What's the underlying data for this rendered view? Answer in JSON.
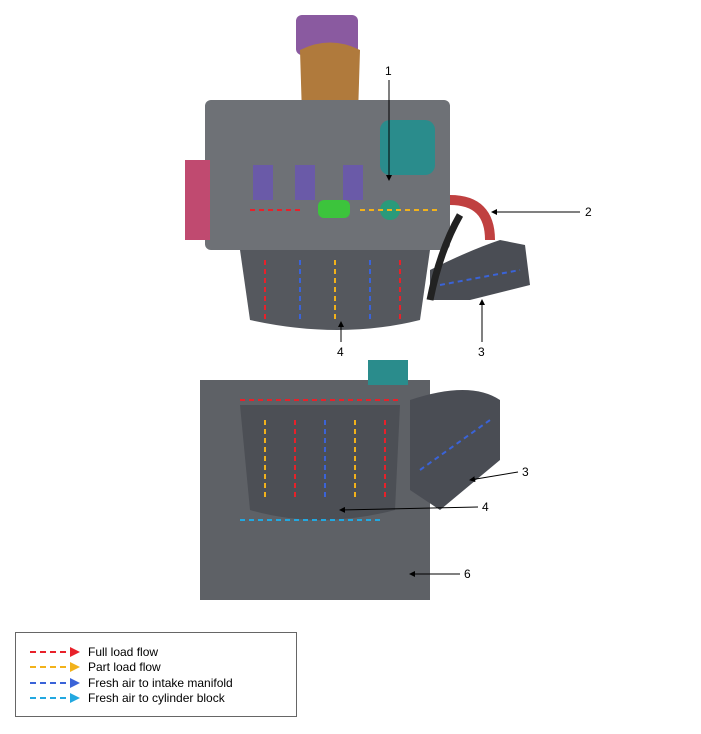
{
  "callouts": {
    "top": [
      "1",
      "2",
      "3",
      "4"
    ],
    "bottom": [
      "3",
      "4",
      "6"
    ]
  },
  "legend": {
    "items": [
      {
        "label": "Full load flow",
        "color": "#e8212a"
      },
      {
        "label": "Part load flow",
        "color": "#f2b21b"
      },
      {
        "label": "Fresh air to intake manifold",
        "color": "#3a63d8"
      },
      {
        "label": "Fresh air to cylinder block",
        "color": "#22a8e0"
      }
    ]
  }
}
